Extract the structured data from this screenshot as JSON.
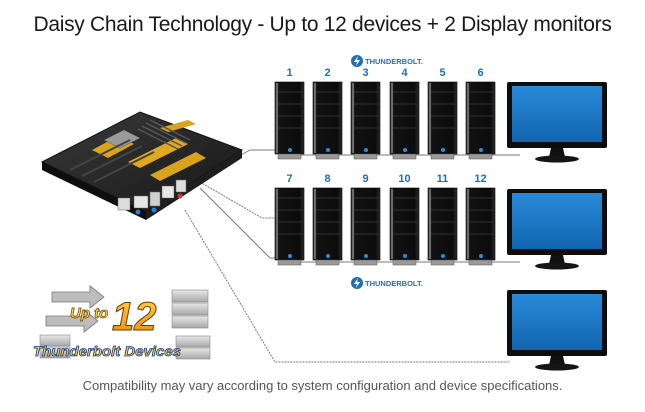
{
  "title": "Daisy Chain Technology - Up to 12 devices + 2 Display monitors",
  "footer": "Compatibility may vary according to system configuration and device specifications.",
  "thunderbolt_logo_text": "THUNDERBOLT.",
  "rows": [
    {
      "devices": [
        "1",
        "2",
        "3",
        "4",
        "5",
        "6"
      ]
    },
    {
      "devices": [
        "7",
        "8",
        "9",
        "10",
        "11",
        "12"
      ]
    }
  ],
  "badge": {
    "up_to": "Up to",
    "count": "12",
    "caption": "Thunderbolt Devices"
  },
  "colors": {
    "accent": "#1f6fb5",
    "screen": "#1b78c7",
    "tower": "#1a1a1a",
    "cable": "#777777",
    "badge_text": "#f4a11b"
  }
}
